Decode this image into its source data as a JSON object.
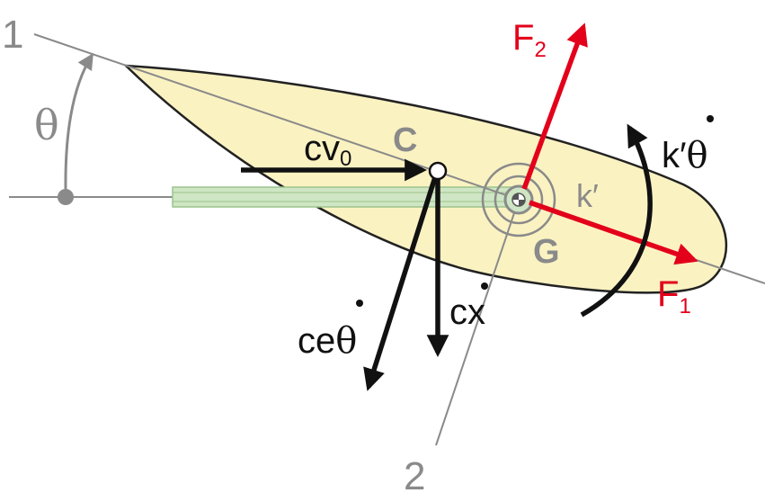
{
  "colors": {
    "body_fill": "#fbf2c2",
    "body_stroke": "#222222",
    "axis_gray": "#8a8a8a",
    "force_red": "#e3001b",
    "force_black": "#111111",
    "rod_green": "#cfe6c4"
  },
  "labels": {
    "axis1": "1",
    "axis2": "2",
    "theta": "θ",
    "point_c": "C",
    "point_g": "G",
    "cv0_main": "cv",
    "cv0_sub": "0",
    "ce_theta_prefix": "ce",
    "ce_theta_symbol": "θ",
    "cx_prefix": "c",
    "cx_symbol": "x",
    "k_prime": "k′",
    "k_theta_prefix": "k′",
    "k_theta_symbol": "θ",
    "f1_main": "F",
    "f1_sub": "1",
    "f2_main": "F",
    "f2_sub": "2"
  }
}
